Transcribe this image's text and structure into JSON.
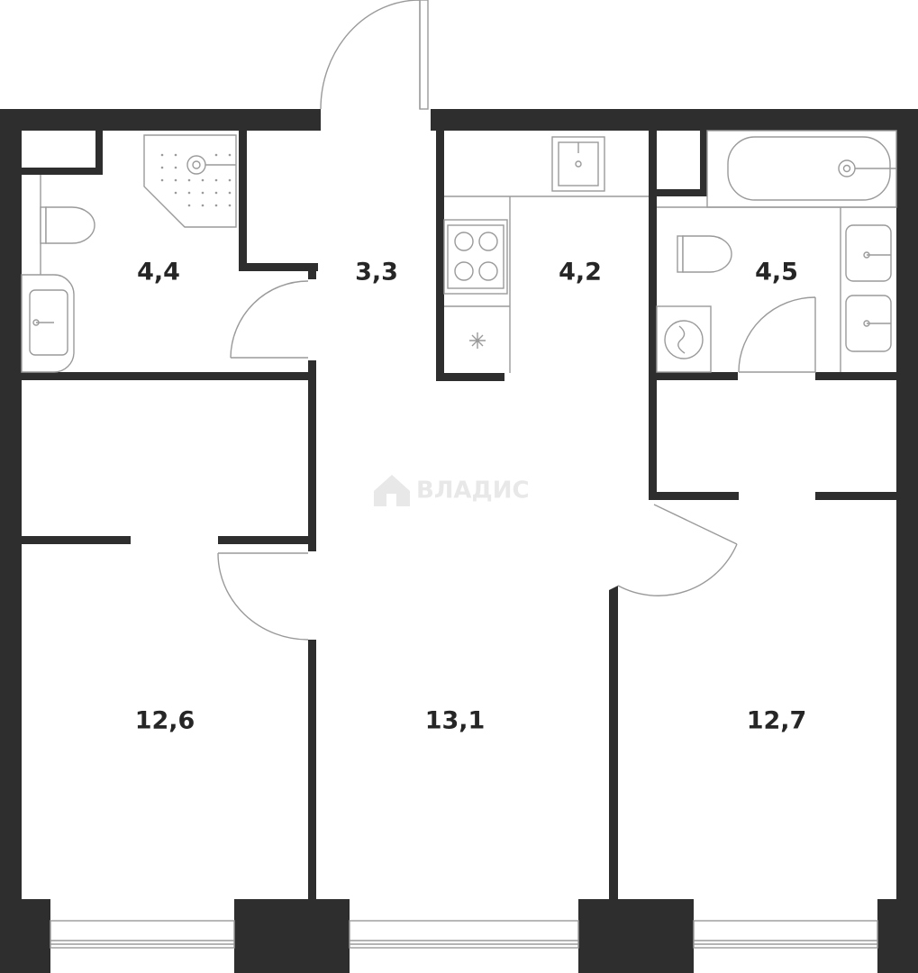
{
  "rooms": [
    {
      "id": "bathroom-shower",
      "area": "4,4"
    },
    {
      "id": "hallway",
      "area": "3,3"
    },
    {
      "id": "kitchen",
      "area": "4,2"
    },
    {
      "id": "bathroom-tub",
      "area": "4,5"
    },
    {
      "id": "bedroom-left",
      "area": "12,6"
    },
    {
      "id": "living-room",
      "area": "13,1"
    },
    {
      "id": "bedroom-right",
      "area": "12,7"
    }
  ],
  "watermark": {
    "text": "ВЛАДИС",
    "icon": "house-logo-icon"
  },
  "colors": {
    "wall": "#2e2e2e",
    "fixture_line": "#9a9a9a",
    "label": "#262626",
    "watermark": "#e8e8e8"
  }
}
